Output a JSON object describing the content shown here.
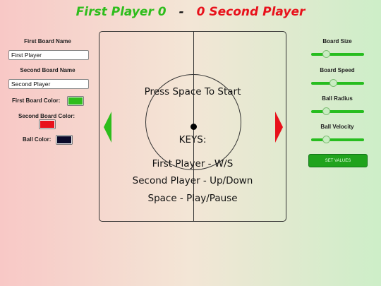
{
  "score": {
    "first_label": "First Player 0",
    "dash": "-",
    "second_label": "0 Second Player"
  },
  "settings_left": {
    "first_name_label": "First Board Name",
    "first_name_value": "First Player",
    "second_name_label": "Second Board Name",
    "second_name_value": "Second Player",
    "first_color_label": "First Board Color:",
    "first_color": "#2ebd1c",
    "second_color_label": "Second Board Color:",
    "second_color": "#e8111b",
    "ball_color_label": "Ball Color:",
    "ball_color": "#0a0a2a"
  },
  "board": {
    "start_text": "Press Space To Start",
    "keys_title": "KEYS:",
    "key_first": "First Player - W/S",
    "key_second": "Second Player - Up/Down",
    "key_space": "Space - Play/Pause",
    "left_paddle_color": "#2ebd1c",
    "right_paddle_color": "#e8111b"
  },
  "settings_right": {
    "sliders": [
      {
        "label": "Board Size",
        "value": 0.25
      },
      {
        "label": "Board Speed",
        "value": 0.4
      },
      {
        "label": "Ball Radius",
        "value": 0.25
      },
      {
        "label": "Ball Velocity",
        "value": 0.25
      }
    ],
    "set_button": "SET VALUES"
  }
}
